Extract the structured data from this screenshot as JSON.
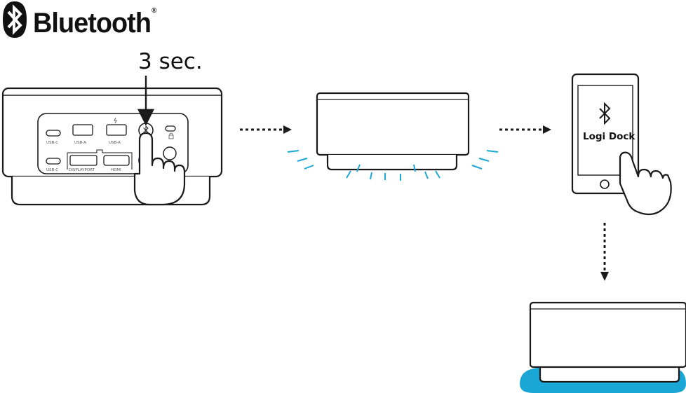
{
  "brand": {
    "wordmark": "Bluetooth",
    "registered": "®",
    "icon": "bluetooth-rune-badge-icon"
  },
  "step1": {
    "duration_label": "3 sec.",
    "ports": {
      "usb_c_top": "USB-C",
      "usb_a_1": "USB-A",
      "usb_a_2": "USB-A",
      "usb_c_bottom": "USB-C",
      "displayport": "DISPLAYPORT",
      "hdmi": "HDMI"
    }
  },
  "step3": {
    "phone_label": "Logi Dock"
  },
  "colors": {
    "ink": "#1a1a1a",
    "signal": "#1aa7d6",
    "paired_glow": "#1aa7d6"
  }
}
